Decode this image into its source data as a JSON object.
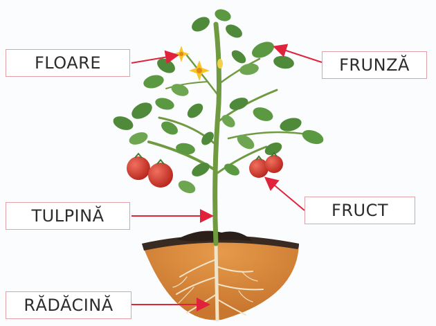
{
  "labels": {
    "floare": "FLOARE",
    "frunza": "FRUNZĂ",
    "tulpina": "TULPINĂ",
    "fruct": "FRUCT",
    "radacina": "RĂDĂCINĂ"
  },
  "colors": {
    "label_border": "#e2a0a6",
    "arrow": "#e0233a",
    "soil": "#d88a3c",
    "soil_top": "#3a2b22",
    "leaf": "#4f8a3a",
    "leaf_light": "#7fb35e",
    "stem": "#6f9a3f",
    "tomato": "#d83a2e",
    "flower": "#f7c52a",
    "root": "#f1e3c8"
  }
}
